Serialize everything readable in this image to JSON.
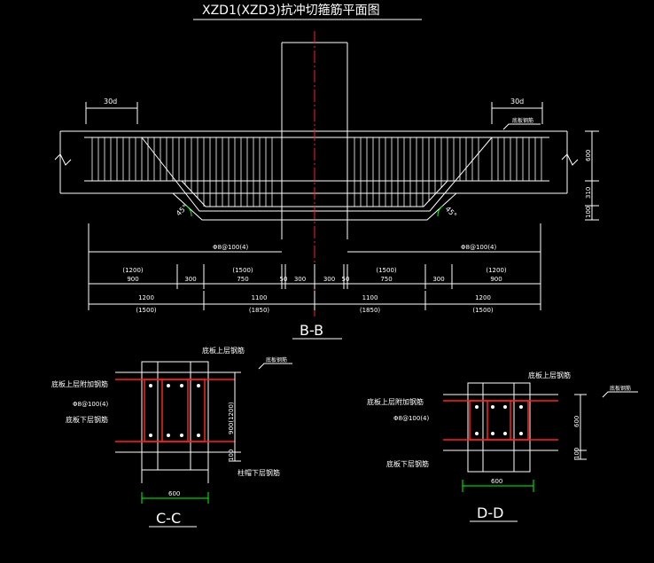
{
  "title": "XZD1(XZD3)抗冲切箍筋平面图",
  "section_bb": {
    "label": "B-B",
    "dim_30d": "30d",
    "dim_600": "600",
    "dim_310": "310",
    "dim_100": "100",
    "angle_45": "45°",
    "rebar_note": "底板钢筋",
    "stirrup_left": "Φ8@100(4)",
    "stirrup_right": "Φ8@100(4)",
    "upper_dims": [
      {
        "top": "(1200)",
        "bottom": "900"
      },
      {
        "top": "",
        "bottom": "300"
      },
      {
        "top": "(1500)",
        "bottom": "750"
      },
      {
        "top": "",
        "bottom": "50"
      },
      {
        "top": "",
        "bottom": "300"
      },
      {
        "top": "",
        "bottom": "300"
      },
      {
        "top": "",
        "bottom": "50"
      },
      {
        "top": "(1500)",
        "bottom": "750"
      },
      {
        "top": "",
        "bottom": "300"
      },
      {
        "top": "(1200)",
        "bottom": "900"
      }
    ],
    "lower_dims": [
      {
        "top": "1200",
        "bottom": "(1500)"
      },
      {
        "top": "1100",
        "bottom": "(1850)"
      },
      {
        "top": "1100",
        "bottom": "(1850)"
      },
      {
        "top": "1200",
        "bottom": "(1500)"
      }
    ]
  },
  "section_cc": {
    "label": "C-C",
    "top_rebar": "底板上层钢筋",
    "added_rebar": "底板上层附加钢筋",
    "stirrup": "Φ8@100(4)",
    "bottom_rebar": "底板下层钢筋",
    "cap_bottom_rebar": "柱帽下层钢筋",
    "rebar_note": "底板钢筋",
    "dim_height": "900(1200)",
    "dim_100": "100",
    "dim_width": "600"
  },
  "section_dd": {
    "label": "D-D",
    "top_rebar": "底板上层钢筋",
    "added_rebar": "底板上层附加钢筋",
    "stirrup": "Φ8@100(4)",
    "bottom_rebar": "底板下层钢筋",
    "rebar_note": "底板钢筋",
    "dim_600": "600",
    "dim_100": "100",
    "dim_width": "600"
  },
  "colors": {
    "line": "#ffffff",
    "rebar": "#ff2020",
    "dim_green": "#00ff00",
    "axis": "#ff2020"
  }
}
